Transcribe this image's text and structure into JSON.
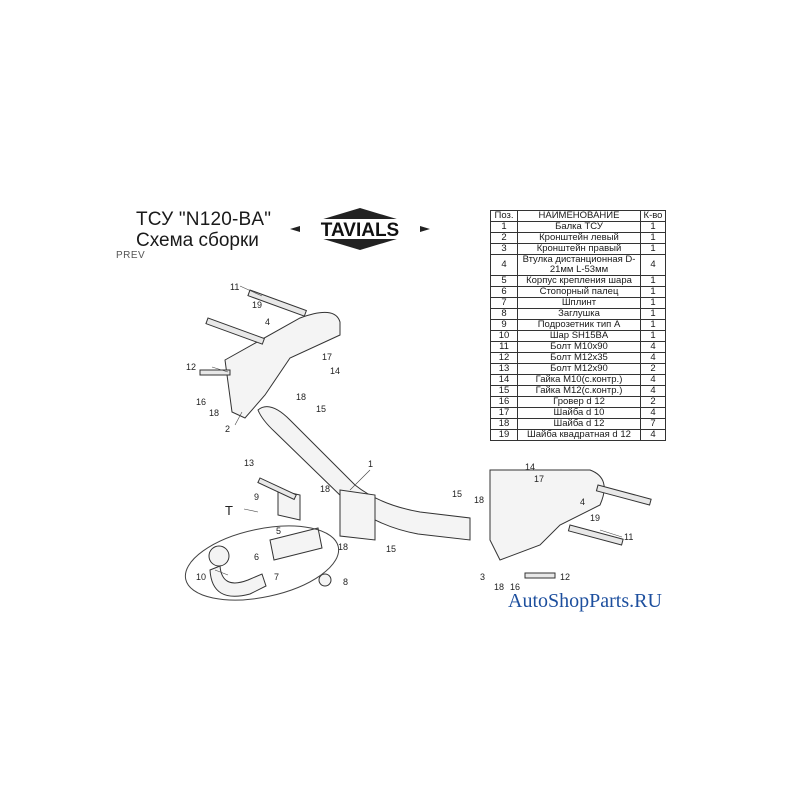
{
  "header": {
    "title": "ТСУ  \"N120-BA\"",
    "subtitle": "Схема сборки",
    "prev": "PREV",
    "logo_text": "TAVIALS"
  },
  "parts_table": {
    "columns": [
      "Поз.",
      "НАИМЕНОВАНИЕ",
      "К-во"
    ],
    "rows": [
      [
        "1",
        "Балка ТСУ",
        "1"
      ],
      [
        "2",
        "Кронштейн левый",
        "1"
      ],
      [
        "3",
        "Кронштейн правый",
        "1"
      ],
      [
        "4",
        "Втулка дистанционная D-21мм  L-53мм",
        "4"
      ],
      [
        "5",
        "Корпус крепления шара",
        "1"
      ],
      [
        "6",
        "Стопорный палец",
        "1"
      ],
      [
        "7",
        "Шплинт",
        "1"
      ],
      [
        "8",
        "Заглушка",
        "1"
      ],
      [
        "9",
        "Подрозетник тип А",
        "1"
      ],
      [
        "10",
        "Шар SH15BA",
        "1"
      ],
      [
        "11",
        "Болт М10x90",
        "4"
      ],
      [
        "12",
        "Болт М12x35",
        "4"
      ],
      [
        "13",
        "Болт М12x90",
        "2"
      ],
      [
        "14",
        "Гайка М10(с.контр.)",
        "4"
      ],
      [
        "15",
        "Гайка М12(с.контр.)",
        "4"
      ],
      [
        "16",
        "Гровер d 12",
        "2"
      ],
      [
        "17",
        "Шайба d 10",
        "4"
      ],
      [
        "18",
        "Шайба d 12",
        "7"
      ],
      [
        "19",
        "Шайба квадратная d 12",
        "4"
      ]
    ]
  },
  "diagram": {
    "kit_label": "T",
    "callouts": [
      "1",
      "2",
      "3",
      "4",
      "5",
      "6",
      "7",
      "8",
      "9",
      "10",
      "11",
      "12",
      "13",
      "14",
      "15",
      "16",
      "17",
      "18",
      "19"
    ]
  },
  "watermark": {
    "text": "AutoShopParts.RU",
    "color": "#1d4f9e",
    "accent": "#d62828"
  }
}
